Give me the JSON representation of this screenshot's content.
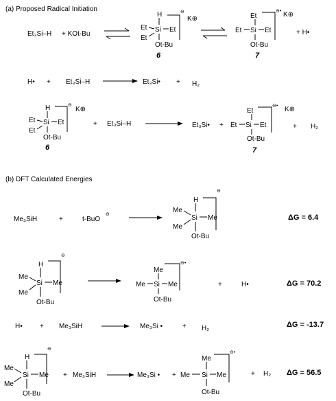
{
  "section_a": {
    "title": "(a)   Proposed Radical Initiation",
    "row1": {
      "reactant1": "Et₃Si–H",
      "plus1": "+ KOt-Bu",
      "complex6": {
        "h": "H",
        "et_left": "Et",
        "si": "Si",
        "et_right": "Et",
        "et_lower": "Et",
        "otbu": "Ot-Bu",
        "charge": "⊖",
        "counterion": "K⊕",
        "label": "6"
      },
      "complex7": {
        "et_top": "Et",
        "et_left": "Et",
        "si": "Si",
        "et_right": "Et",
        "otbu": "Ot-Bu",
        "charge": "⊖•",
        "counterion": "K⊕",
        "label": "7"
      },
      "plus2": "+ H•"
    },
    "row2": {
      "h_radical": "H•",
      "plus": "+",
      "reactant": "Et₃Si–H",
      "product": "Et₃Si•",
      "plus2": "+",
      "h2": "H₂"
    },
    "row3": {
      "complex6": {
        "h": "H",
        "et_left": "Et",
        "si": "Si",
        "et_right": "Et",
        "et_lower": "Et",
        "otbu": "Ot-Bu",
        "charge": "⊖",
        "counterion": "K⊕",
        "label": "6"
      },
      "plus1": "+",
      "reactant": "Et₃Si–H",
      "product": "Et₃Si•",
      "plus2": "+",
      "complex7": {
        "et_top": "Et",
        "et_left": "Et",
        "si": "Si",
        "et_right": "Et",
        "otbu": "Ot-Bu",
        "charge": "⊖•",
        "counterion": "K⊕",
        "label": "7"
      },
      "plus3": "+",
      "h2": "H₂"
    }
  },
  "section_b": {
    "title": "(b)   DFT Calculated Energies",
    "row1": {
      "reactant1": "Me₃SiH",
      "plus": "+",
      "reactant2": "t-BuO",
      "reactant2_charge": "⊖",
      "product": {
        "h": "H",
        "me_left": "Me",
        "si": "Si",
        "me_right": "Me",
        "me_lower": "Me",
        "otbu": "Ot-Bu",
        "charge": "⊖"
      },
      "energy": "ΔG = 6.4"
    },
    "row2": {
      "reactant": {
        "h": "H",
        "me_left": "Me",
        "si": "Si",
        "me_right": "Me",
        "me_lower": "Me",
        "otbu": "Ot-Bu",
        "charge": "⊖"
      },
      "product": {
        "me_top": "Me",
        "me_left": "Me",
        "si": "Si",
        "me_right": "Me",
        "otbu": "Ot-Bu",
        "charge": "⊖•"
      },
      "plus": "+",
      "h_radical": "H•",
      "energy": "ΔG = 70.2"
    },
    "row3": {
      "h_radical": "H•",
      "plus1": "+",
      "reactant": "Me₃SiH",
      "product": "Me₃Si •",
      "plus2": "+",
      "h2": "H₂",
      "energy": "ΔG = -13.7"
    },
    "row4": {
      "reactant": {
        "h": "H",
        "me_left": "Me",
        "si": "Si",
        "me_right": "Me",
        "me_lower": "Me",
        "otbu": "Ot-Bu",
        "charge": "⊖"
      },
      "plus1": "+",
      "reactant2": "Me₃SiH",
      "product1": "Me₃Si •",
      "plus2": "+",
      "product2": {
        "me_top": "Me",
        "me_left": "Me",
        "si": "Si",
        "me_right": "Me",
        "otbu": "Ot-Bu",
        "charge": "⊖•"
      },
      "plus3": "+",
      "h2": "H₂",
      "energy": "ΔG = 56.5"
    }
  }
}
